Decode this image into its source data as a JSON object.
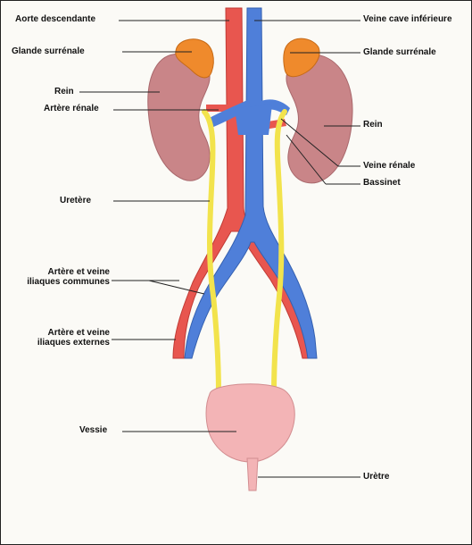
{
  "labels": {
    "aorte_descendante": "Aorte descendante",
    "glande_surrenale_left": "Glande surrénale",
    "rein_left": "Rein",
    "artere_renale": "Artère rénale",
    "uretere": "Uretère",
    "arteres_iliaques_communes_l1": "Artère  et veine",
    "arteres_iliaques_communes_l2": "iliaques communes",
    "arteres_iliaques_externes_l1": "Artère  et veine",
    "arteres_iliaques_externes_l2": "iliaques externes",
    "vessie": "Vessie",
    "veine_cave_inferieure": "Veine cave inférieure",
    "glande_surrenale_right": "Glande surrénale",
    "rein_right": "Rein",
    "veine_renale": "Veine rénale",
    "bassinet": "Bassinet",
    "uretre": "Urètre"
  },
  "colors": {
    "artery": "#e8564f",
    "vein": "#4f7fd9",
    "kidney": "#c98588",
    "adrenal": "#ef8a2c",
    "ureter": "#f2e34c",
    "bladder": "#f3b4b6"
  }
}
